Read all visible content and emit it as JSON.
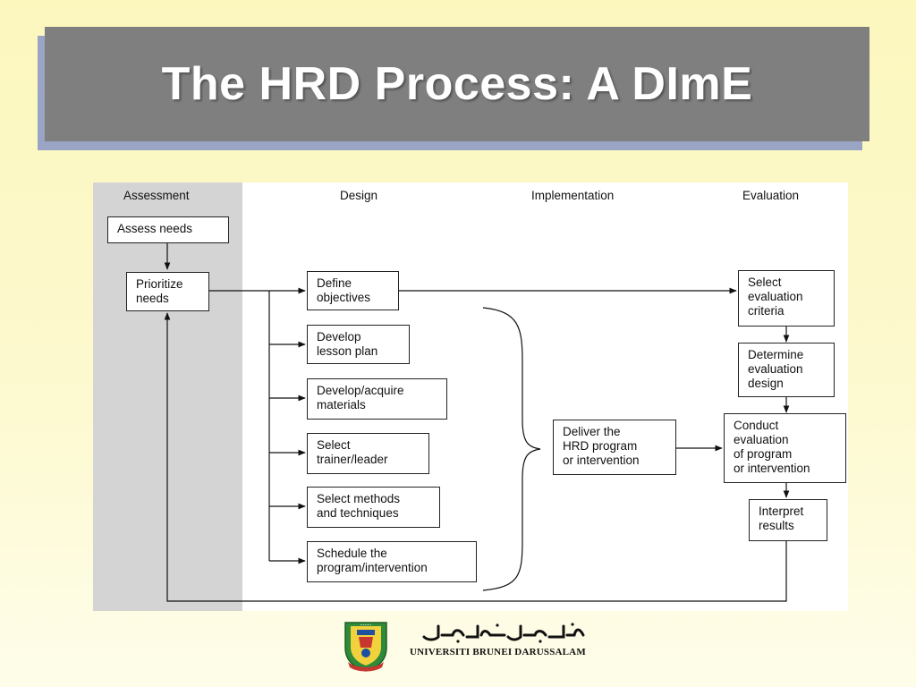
{
  "slide": {
    "title": "The HRD Process: A DImE",
    "colors": {
      "title_bar": "#7f7f7f",
      "title_shadow": "#9aa4c4",
      "title_text": "#ffffff",
      "assessment_band": "#d4d4d4"
    }
  },
  "diagram": {
    "columns": {
      "assessment": "Assessment",
      "design": "Design",
      "implementation": "Implementation",
      "evaluation": "Evaluation"
    },
    "assessment": {
      "assess_needs": "Assess needs",
      "prioritize_needs": "Prioritize\nneeds"
    },
    "design": {
      "define_objectives": "Define\nobjectives",
      "develop_lesson_plan": "Develop\nlesson plan",
      "develop_materials": "Develop/acquire\nmaterials",
      "select_trainer": "Select\ntrainer/leader",
      "select_methods": "Select methods\nand techniques",
      "schedule_program": "Schedule the\nprogram/intervention"
    },
    "implementation": {
      "deliver_program": "Deliver the\nHRD program\nor intervention"
    },
    "evaluation": {
      "select_criteria": "Select\nevaluation\ncriteria",
      "determine_design": "Determine\nevaluation\ndesign",
      "conduct_evaluation": "Conduct\nevaluation\nof program\nor intervention",
      "interpret_results": "Interpret\nresults"
    }
  },
  "footer": {
    "university_name": "UNIVERSITI BRUNEI DARUSSALAM"
  }
}
